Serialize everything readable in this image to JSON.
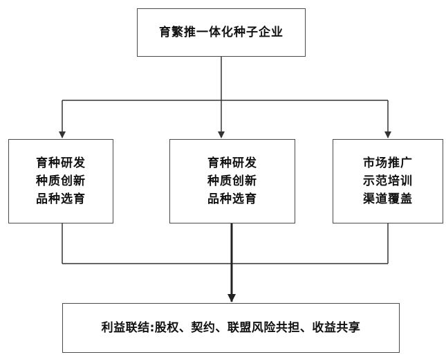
{
  "diagram": {
    "top": {
      "label": "育繁推一体化种子企业"
    },
    "children": [
      {
        "lines": [
          "育种研发",
          "种质创新",
          "品种选育"
        ]
      },
      {
        "lines": [
          "育种研发",
          "种质创新",
          "品种选育"
        ]
      },
      {
        "lines": [
          "市场推广",
          "示范培训",
          "渠道覆盖"
        ]
      }
    ],
    "bottom": {
      "label": "利益联结:股权、契约、联盟风险共担、收益共享"
    },
    "colors": {
      "stroke": "#4a4a4a",
      "text": "#111111",
      "background": "#ffffff"
    }
  }
}
